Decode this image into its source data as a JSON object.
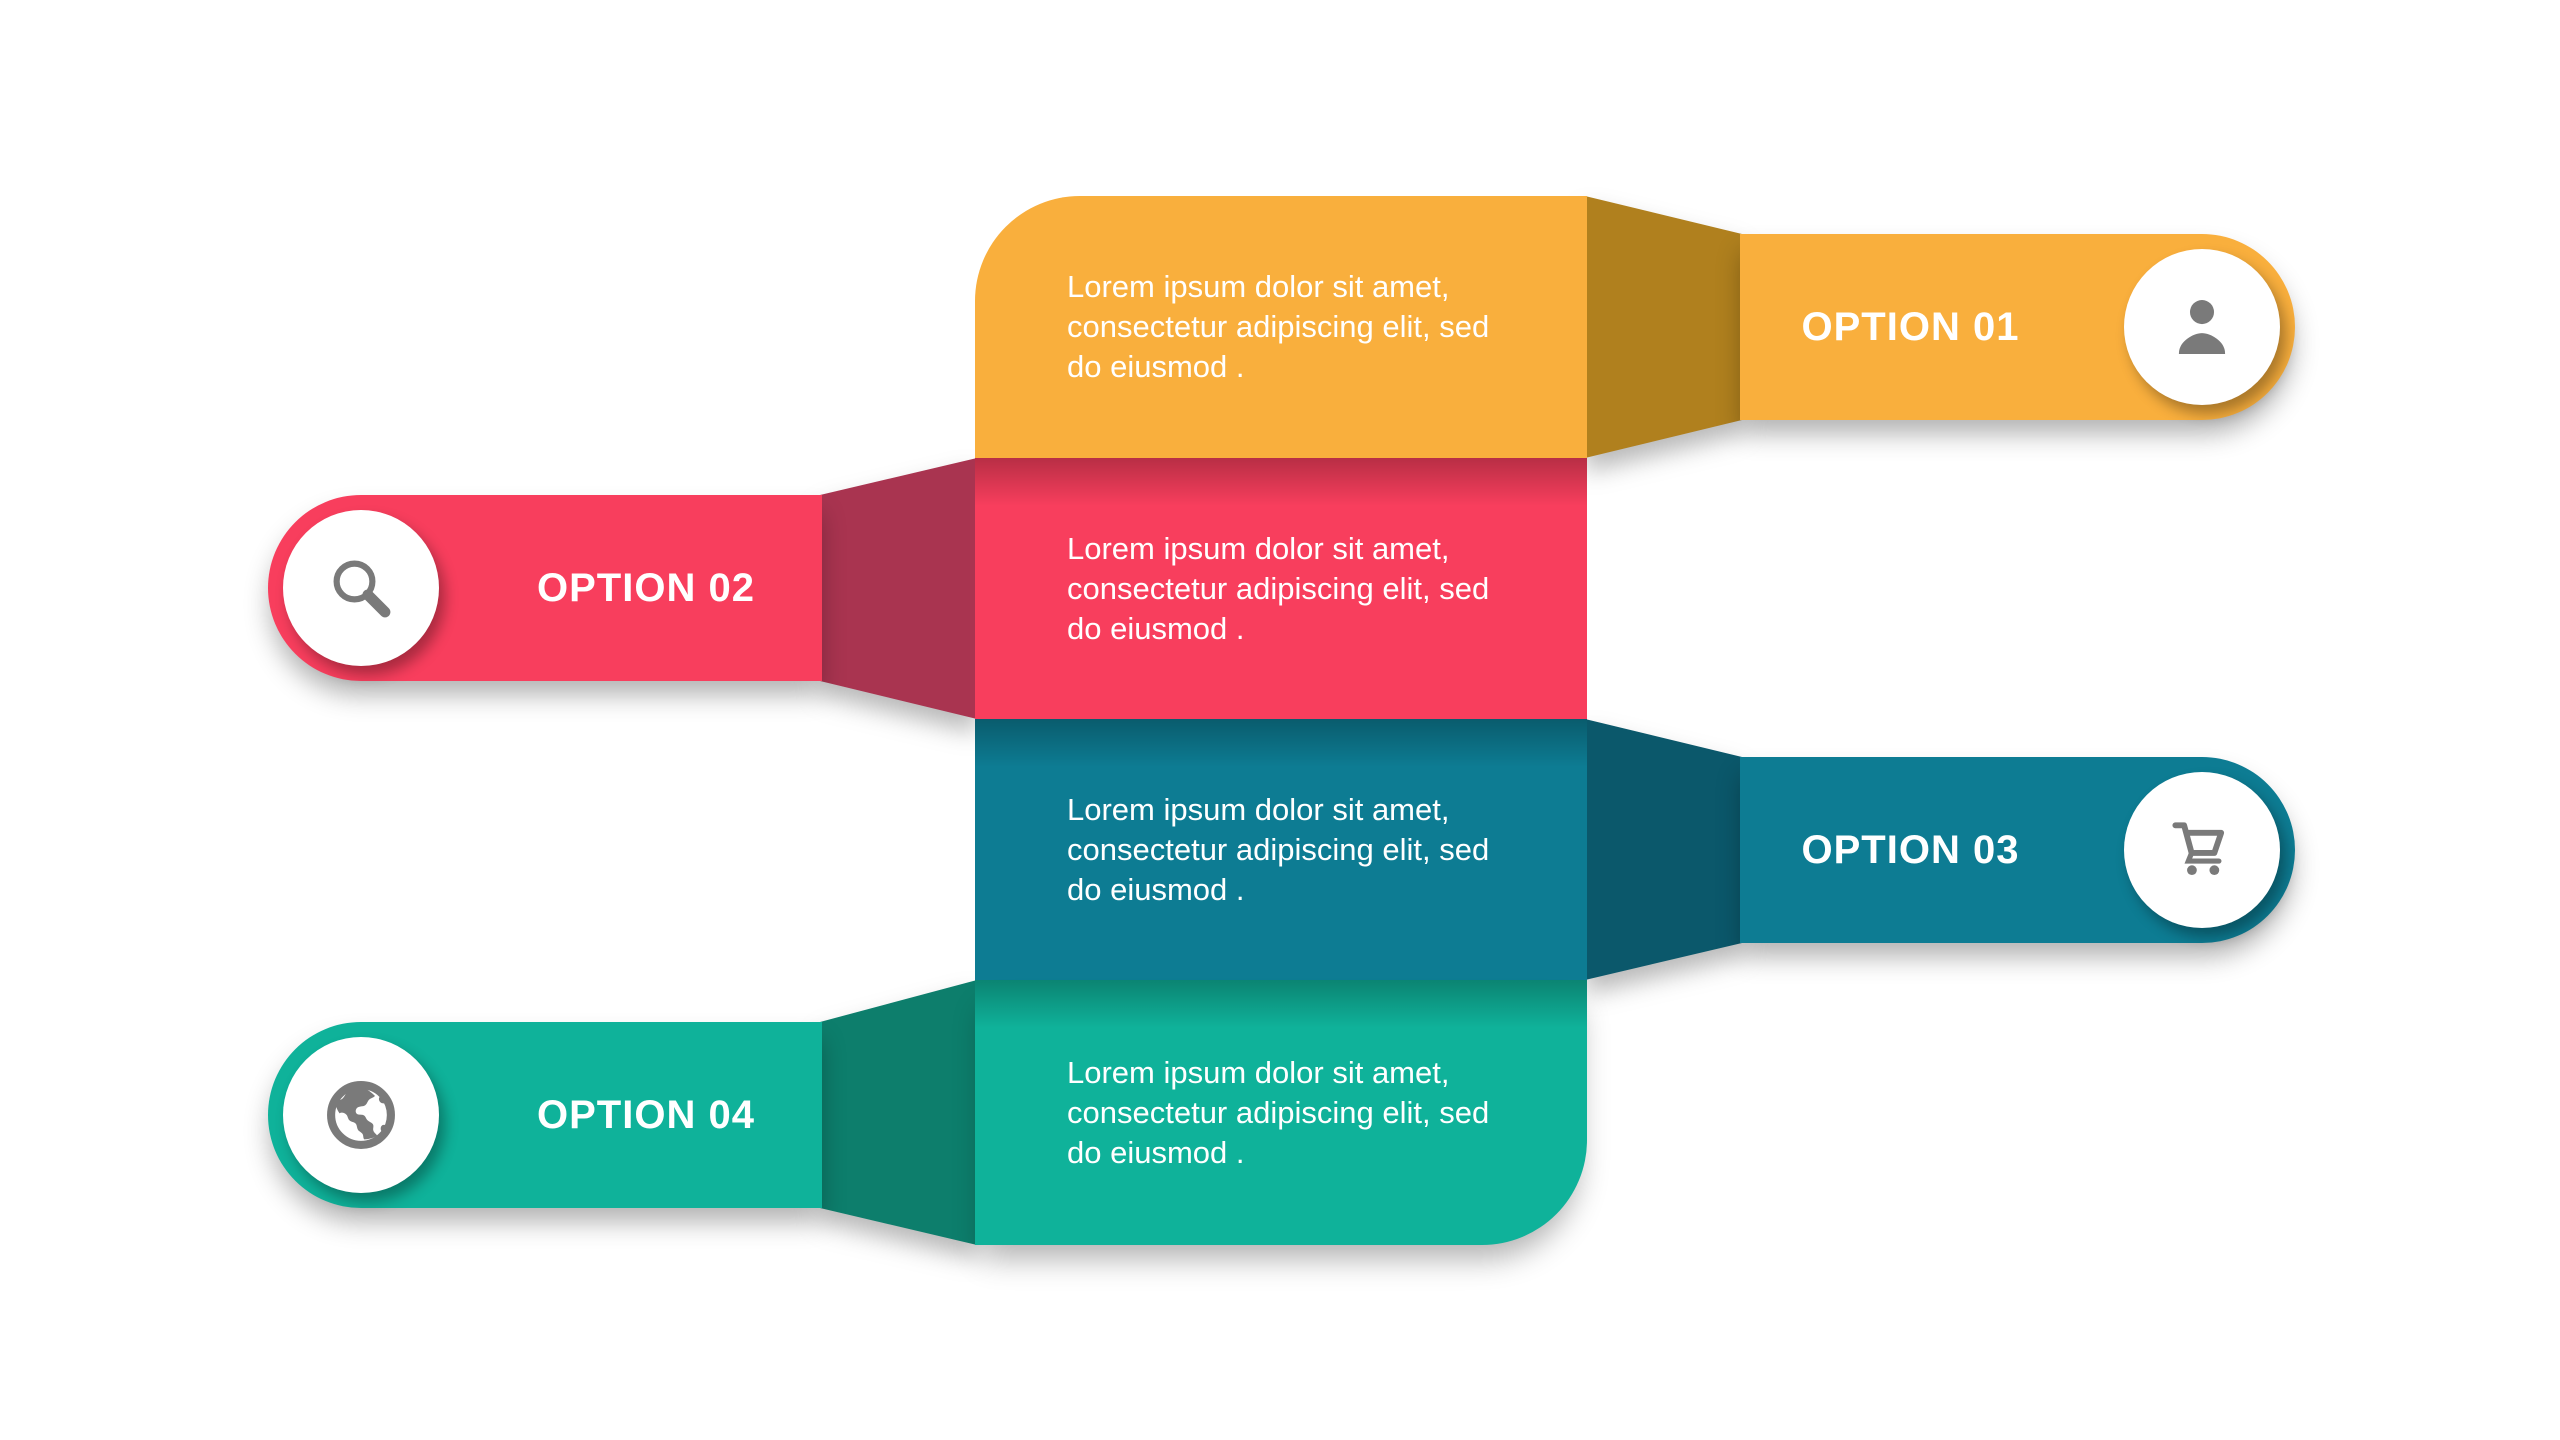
{
  "background_color": "#ffffff",
  "icon_color": "#7a7a7a",
  "text_color": "#ffffff",
  "options": [
    {
      "label": "OPTION 01",
      "side": "right",
      "icon": "user-icon",
      "color_main": "#F9AF3D",
      "color_dark": "#B0801E",
      "body_lines": [
        "Lorem ipsum dolor sit amet,",
        "consectetur adipiscing elit, sed",
        "do eiusmod ."
      ]
    },
    {
      "label": "OPTION 02",
      "side": "left",
      "icon": "search-icon",
      "color_main": "#F83E5D",
      "color_dark": "#A93450",
      "body_lines": [
        "Lorem ipsum dolor sit amet,",
        "consectetur adipiscing elit, sed",
        "do eiusmod ."
      ]
    },
    {
      "label": "OPTION 03",
      "side": "right",
      "icon": "cart-icon",
      "color_main": "#0D7C93",
      "color_dark": "#0B586B",
      "body_lines": [
        "Lorem ipsum dolor sit amet,",
        "consectetur adipiscing elit, sed",
        "do eiusmod ."
      ]
    },
    {
      "label": "OPTION 04",
      "side": "left",
      "icon": "globe-icon",
      "color_main": "#0FB29A",
      "color_dark": "#0D7E6C",
      "body_lines": [
        "Lorem ipsum dolor sit amet,",
        "consectetur adipiscing elit, sed",
        "do eiusmod ."
      ]
    }
  ]
}
